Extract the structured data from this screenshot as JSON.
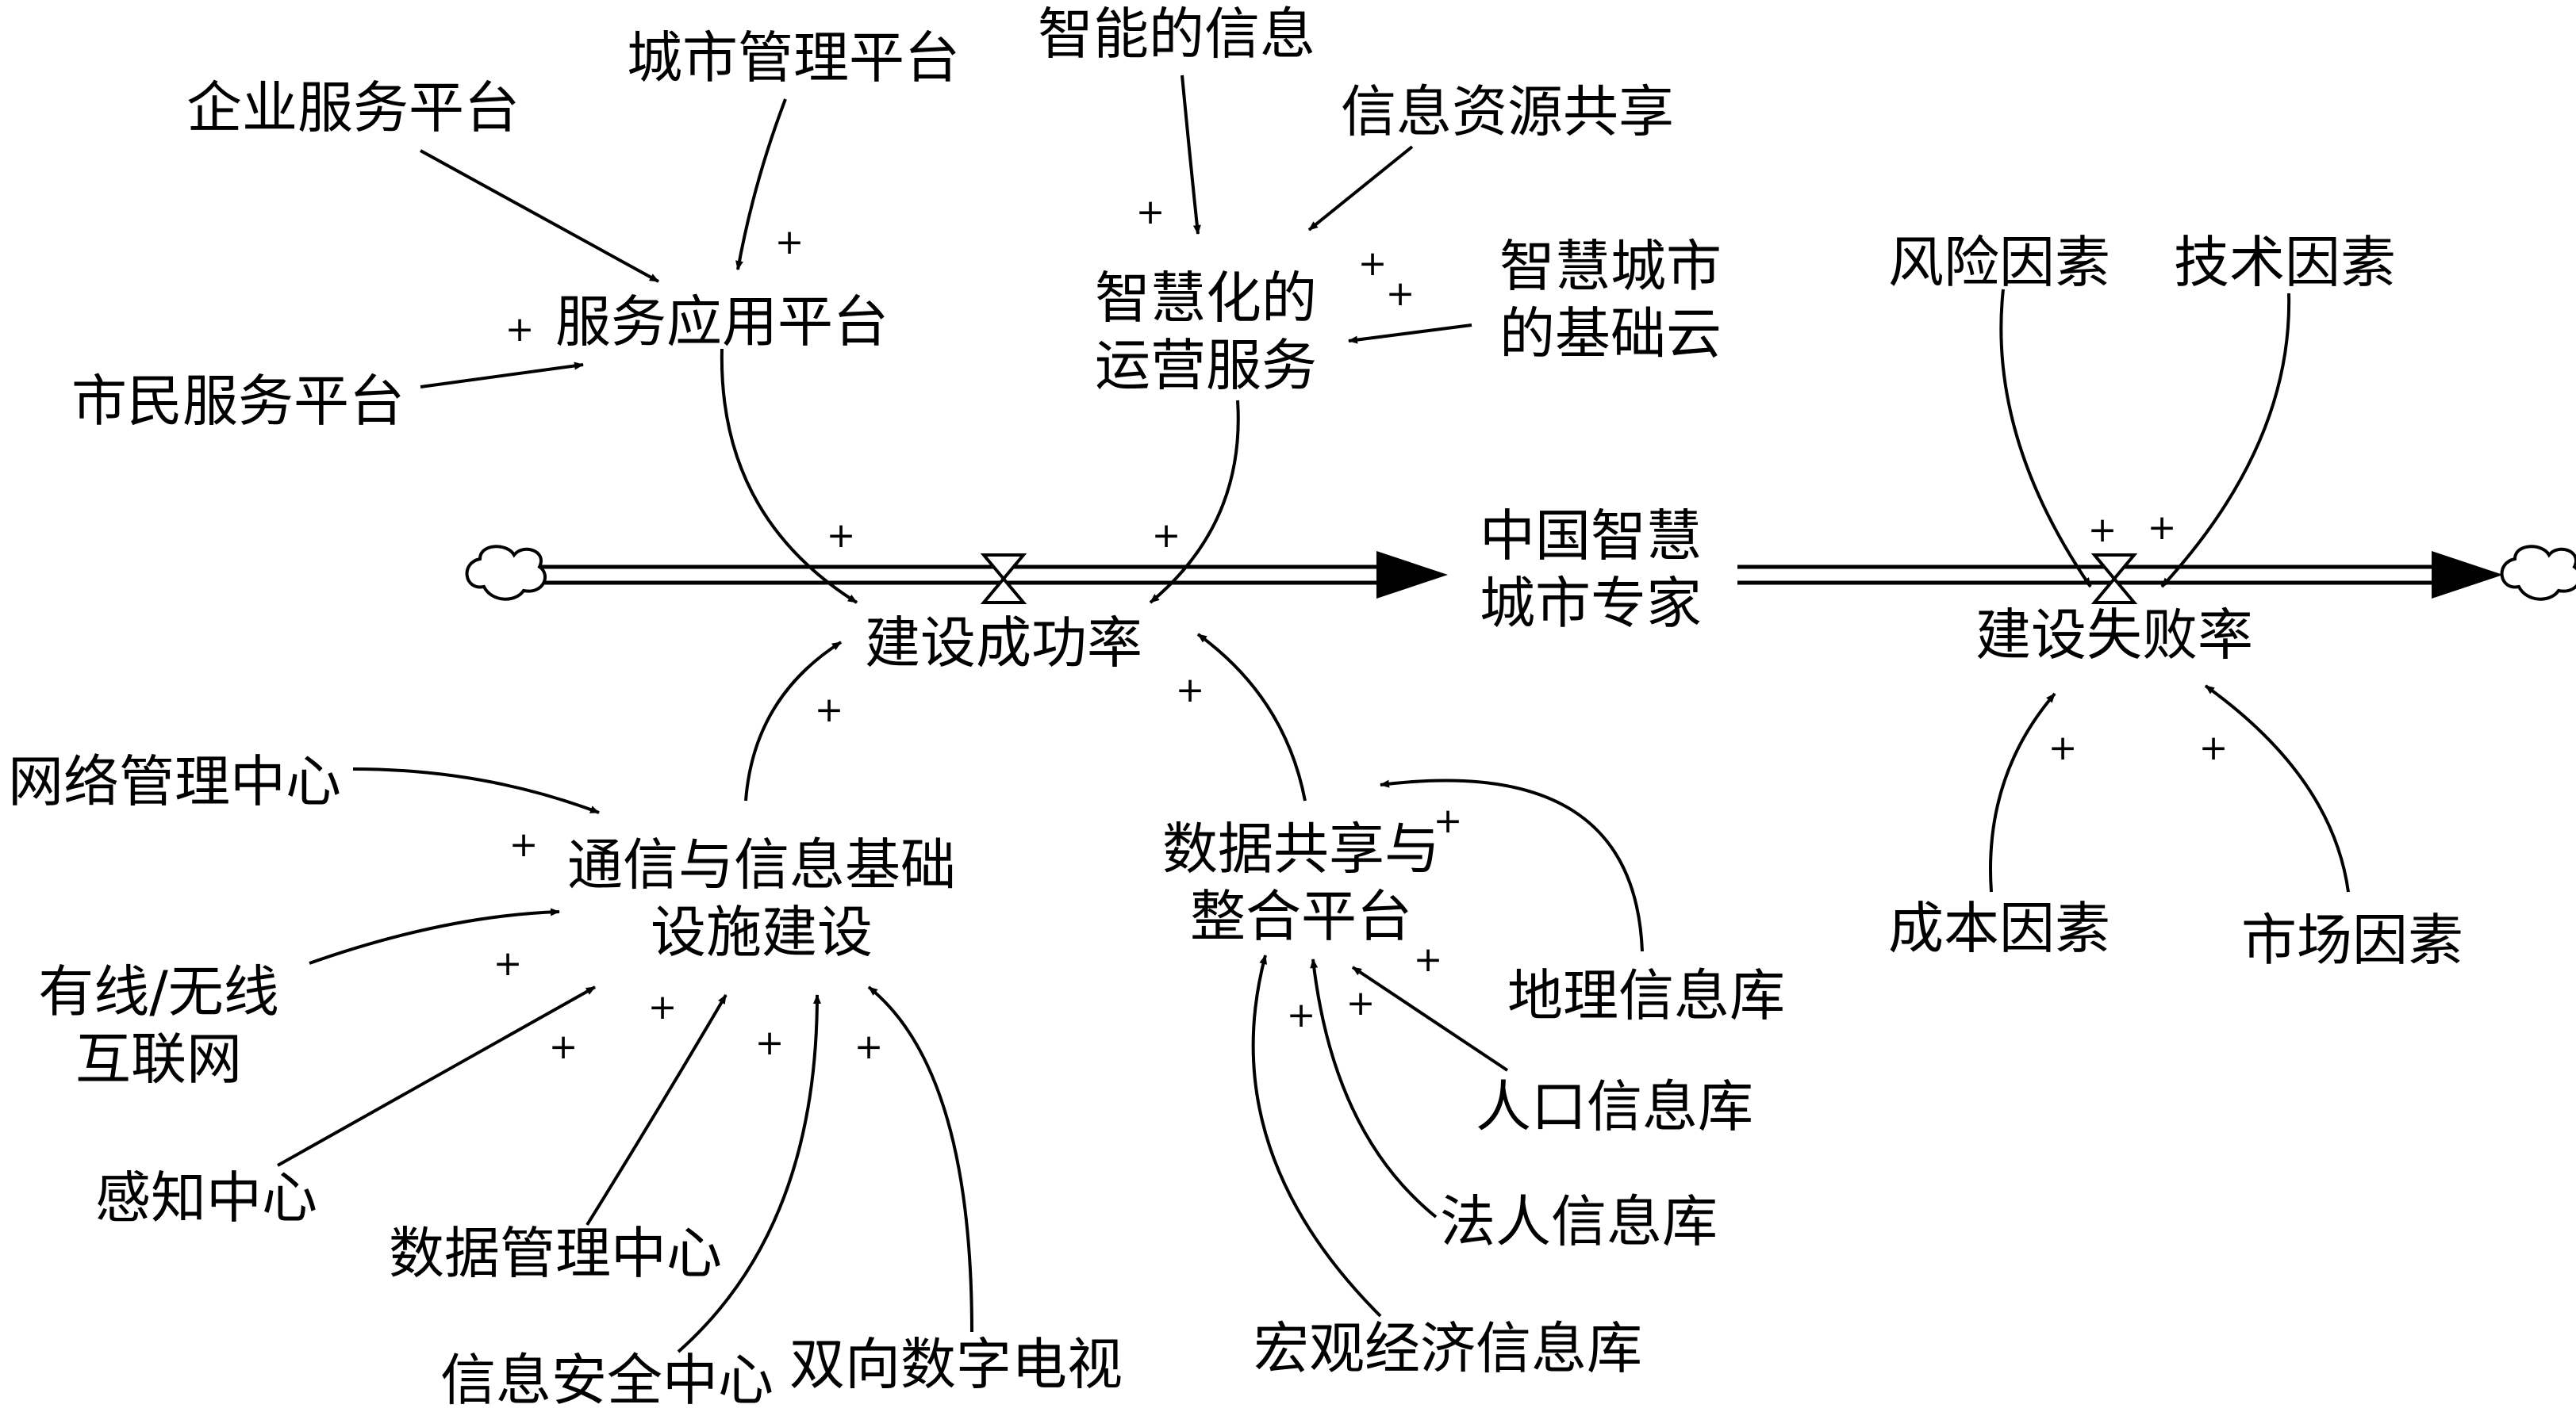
{
  "nodes": {
    "enterprise_platform": "企业服务平台",
    "city_mgmt_platform": "城市管理平台",
    "smart_info": "智能的信息",
    "info_resource_sharing": "信息资源共享",
    "service_app_platform": "服务应用平台",
    "citizen_platform": "市民服务平台",
    "smart_ops": [
      "智慧化的",
      "运营服务"
    ],
    "smart_city_cloud": [
      "智慧城市",
      "的基础云"
    ],
    "risk_factor": "风险因素",
    "tech_factor": "技术因素",
    "stock": [
      "中国智慧",
      "城市专家"
    ],
    "success_rate": "建设成功率",
    "failure_rate": "建设失败率",
    "network_center": "网络管理中心",
    "comm_infra": [
      "通信与信息基础",
      "设施建设"
    ],
    "wired_wireless": [
      "有线/无线",
      "互联网"
    ],
    "perception_center": "感知中心",
    "data_mgmt_center": "数据管理中心",
    "info_security_center": "信息安全中心",
    "digital_tv": "双向数字电视",
    "data_share_platform": [
      "数据共享与",
      "整合平台"
    ],
    "geo_db": "地理信息库",
    "population_db": "人口信息库",
    "legal_person_db": "法人信息库",
    "macro_econ_db": "宏观经济信息库",
    "cost_factor": "成本因素",
    "market_factor": "市场因素"
  },
  "polarity_sign": "+"
}
